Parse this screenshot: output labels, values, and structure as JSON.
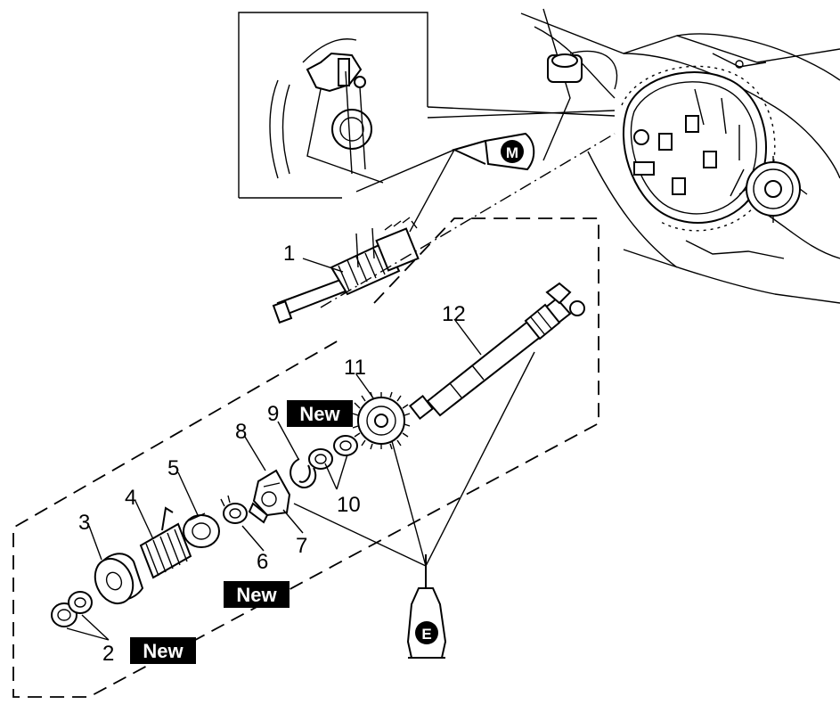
{
  "callouts": {
    "c1": "1",
    "c2": "2",
    "c3": "3",
    "c4": "4",
    "c5": "5",
    "c6": "6",
    "c7": "7",
    "c8": "8",
    "c9": "9",
    "c10": "10",
    "c11": "11",
    "c12": "12"
  },
  "badges": {
    "new_top": "New",
    "new_mid": "New",
    "new_bottom": "New"
  },
  "lubricant": {
    "moly_symbol": "M",
    "oil_symbol": "E"
  },
  "colors": {
    "ink": "#000000",
    "badge_bg": "#000000",
    "badge_text": "#ffffff",
    "paper": "#ffffff"
  }
}
